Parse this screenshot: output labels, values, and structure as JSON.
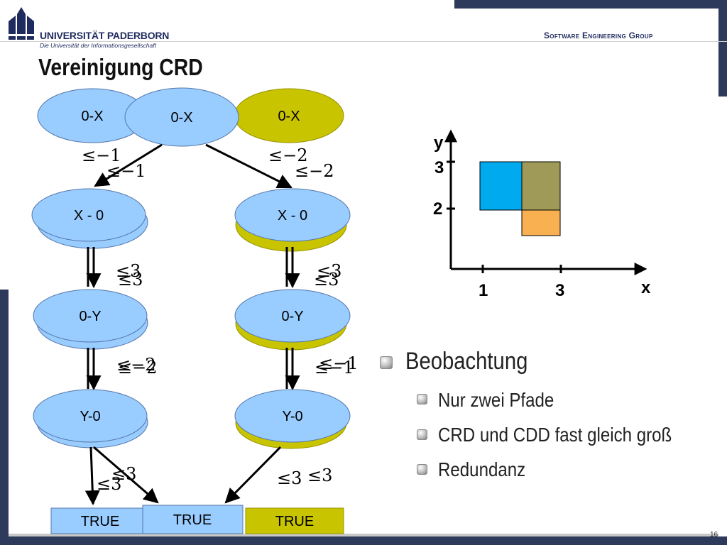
{
  "header": {
    "university": "UNIVERSITÄT PADERBORN",
    "tagline": "Die Universität der Informationsgesellschaft",
    "group": "Software Engineering Group"
  },
  "title": "Vereinigung CRD",
  "graph": {
    "top_nodes": [
      "0-X",
      "0-X",
      "0-X"
    ],
    "left_nodes": [
      "X - 0",
      "0-Y",
      "Y-0"
    ],
    "right_nodes": [
      "X - 0",
      "0-Y",
      "Y-0"
    ],
    "leaves": [
      "TRUE",
      "TRUE",
      "TRUE"
    ],
    "edge_labels": {
      "e1": "≤−1",
      "e2": "≤−1",
      "e3": "≤−2",
      "e4": "≤−2",
      "e5": "≤3",
      "e6": "≤3",
      "e7": "≤3",
      "e8": "≤3",
      "e9": "≤−2",
      "e10": "≤−2",
      "e11": "≤−1",
      "e12": "≤−1",
      "e13": "≤3",
      "e14": "≤3",
      "e15": "≤3",
      "e16": "≤3"
    }
  },
  "chart": {
    "x_axis_name": "x",
    "y_axis_name": "y",
    "x_ticks": [
      "1",
      "3"
    ],
    "y_ticks": [
      "2",
      "3"
    ],
    "colors": {
      "blue": "#00aaee",
      "olive": "#a09a58",
      "orange": "#f8b050"
    }
  },
  "bullets": {
    "main": "Beobachtung",
    "subs": [
      "Nur zwei Pfade",
      "CRD und CDD fast gleich groß",
      "Redundanz"
    ]
  },
  "page_number": "16",
  "colors": {
    "node_blue": "#99ccff",
    "node_olive": "#c8c400",
    "frame": "#2e3a5c"
  }
}
